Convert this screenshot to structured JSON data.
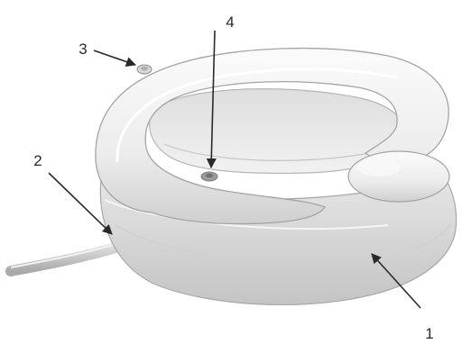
{
  "callouts": [
    {
      "label": "1"
    },
    {
      "label": "2"
    },
    {
      "label": "3"
    },
    {
      "label": "4"
    }
  ],
  "colors": {
    "background": "#ffffff",
    "basin_light": "#f4f4f4",
    "basin_mid": "#dcdcdc",
    "basin_shadow": "#b9b9b9",
    "hose": "#cfcfcf",
    "ink": "#2a2a2a"
  }
}
